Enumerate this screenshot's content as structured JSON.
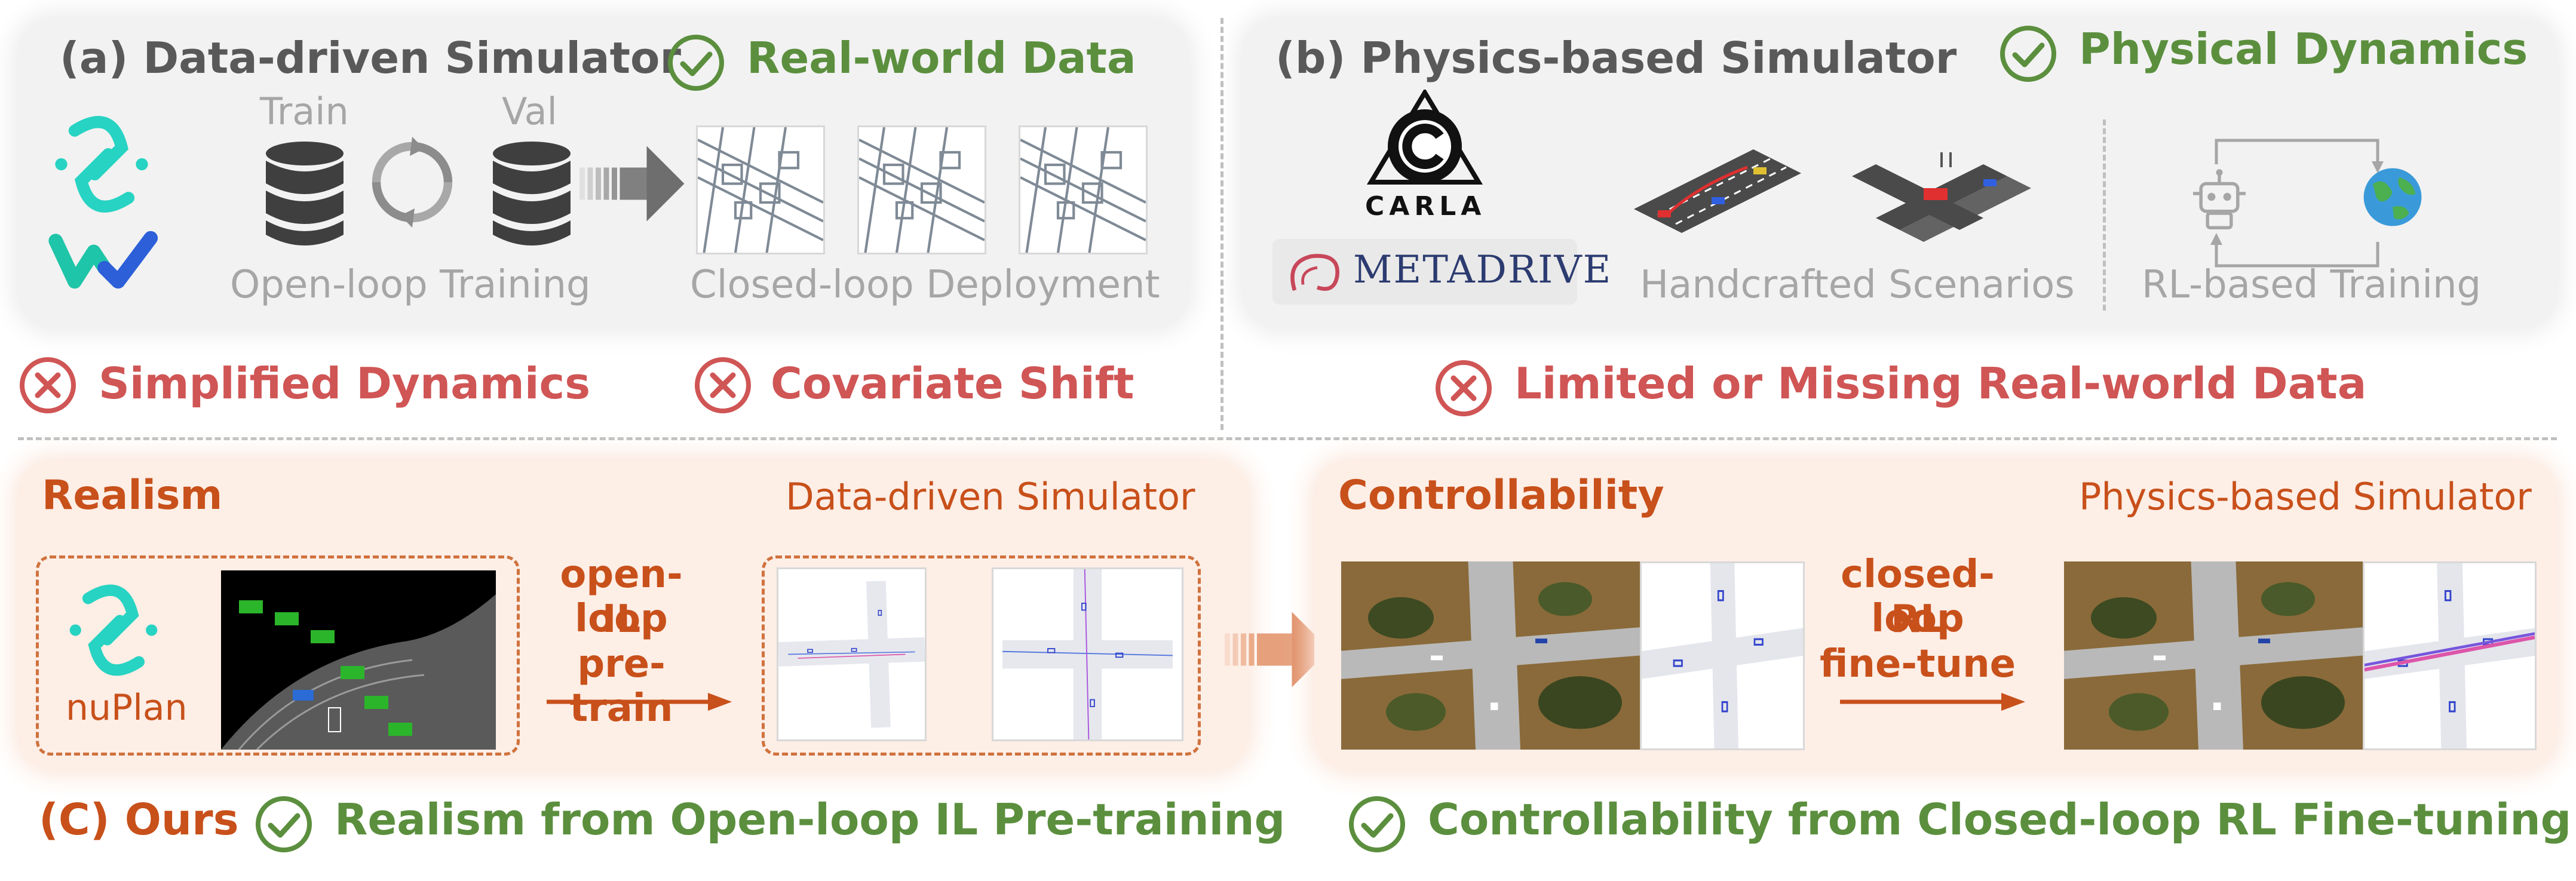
{
  "top_left": {
    "title": "(a) Data-driven Simulator",
    "badge": "Real-world Data",
    "train_label": "Train",
    "val_label": "Val",
    "training_caption": "Open-loop Training",
    "deployment_caption": "Closed-loop Deployment"
  },
  "top_right": {
    "title": "(b) Physics-based Simulator",
    "badge": "Physical Dynamics",
    "carla_logo": "CARLA",
    "metadrive_logo": "METADRIVE",
    "scenarios_caption": "Handcrafted Scenarios",
    "rl_caption": "RL-based Training"
  },
  "issues": {
    "simplified": "Simplified Dynamics",
    "covariate": "Covariate Shift",
    "limited": "Limited or Missing Real-world Data"
  },
  "bottom_left": {
    "title": "Realism",
    "subtitle": "Data-driven Simulator",
    "nuplan_label": "nuPlan",
    "arrow_line1": "open-loop",
    "arrow_line2": "IL",
    "arrow_line3": "pre-train"
  },
  "bottom_right": {
    "title": "Controllability",
    "subtitle": "Physics-based Simulator",
    "arrow_line1": "closed-loop",
    "arrow_line2": "RL",
    "arrow_line3": "fine-tune"
  },
  "footer": {
    "ours": "(C) Ours",
    "realism_claim": "Realism from Open-loop IL Pre-training",
    "control_claim": "Controllability from Closed-loop RL Fine-tuning"
  },
  "colors": {
    "green": "#5b8f3e",
    "red": "#d05555",
    "orange": "#c8501a",
    "gray_text": "#595959",
    "light_text": "#a6a6a6"
  }
}
